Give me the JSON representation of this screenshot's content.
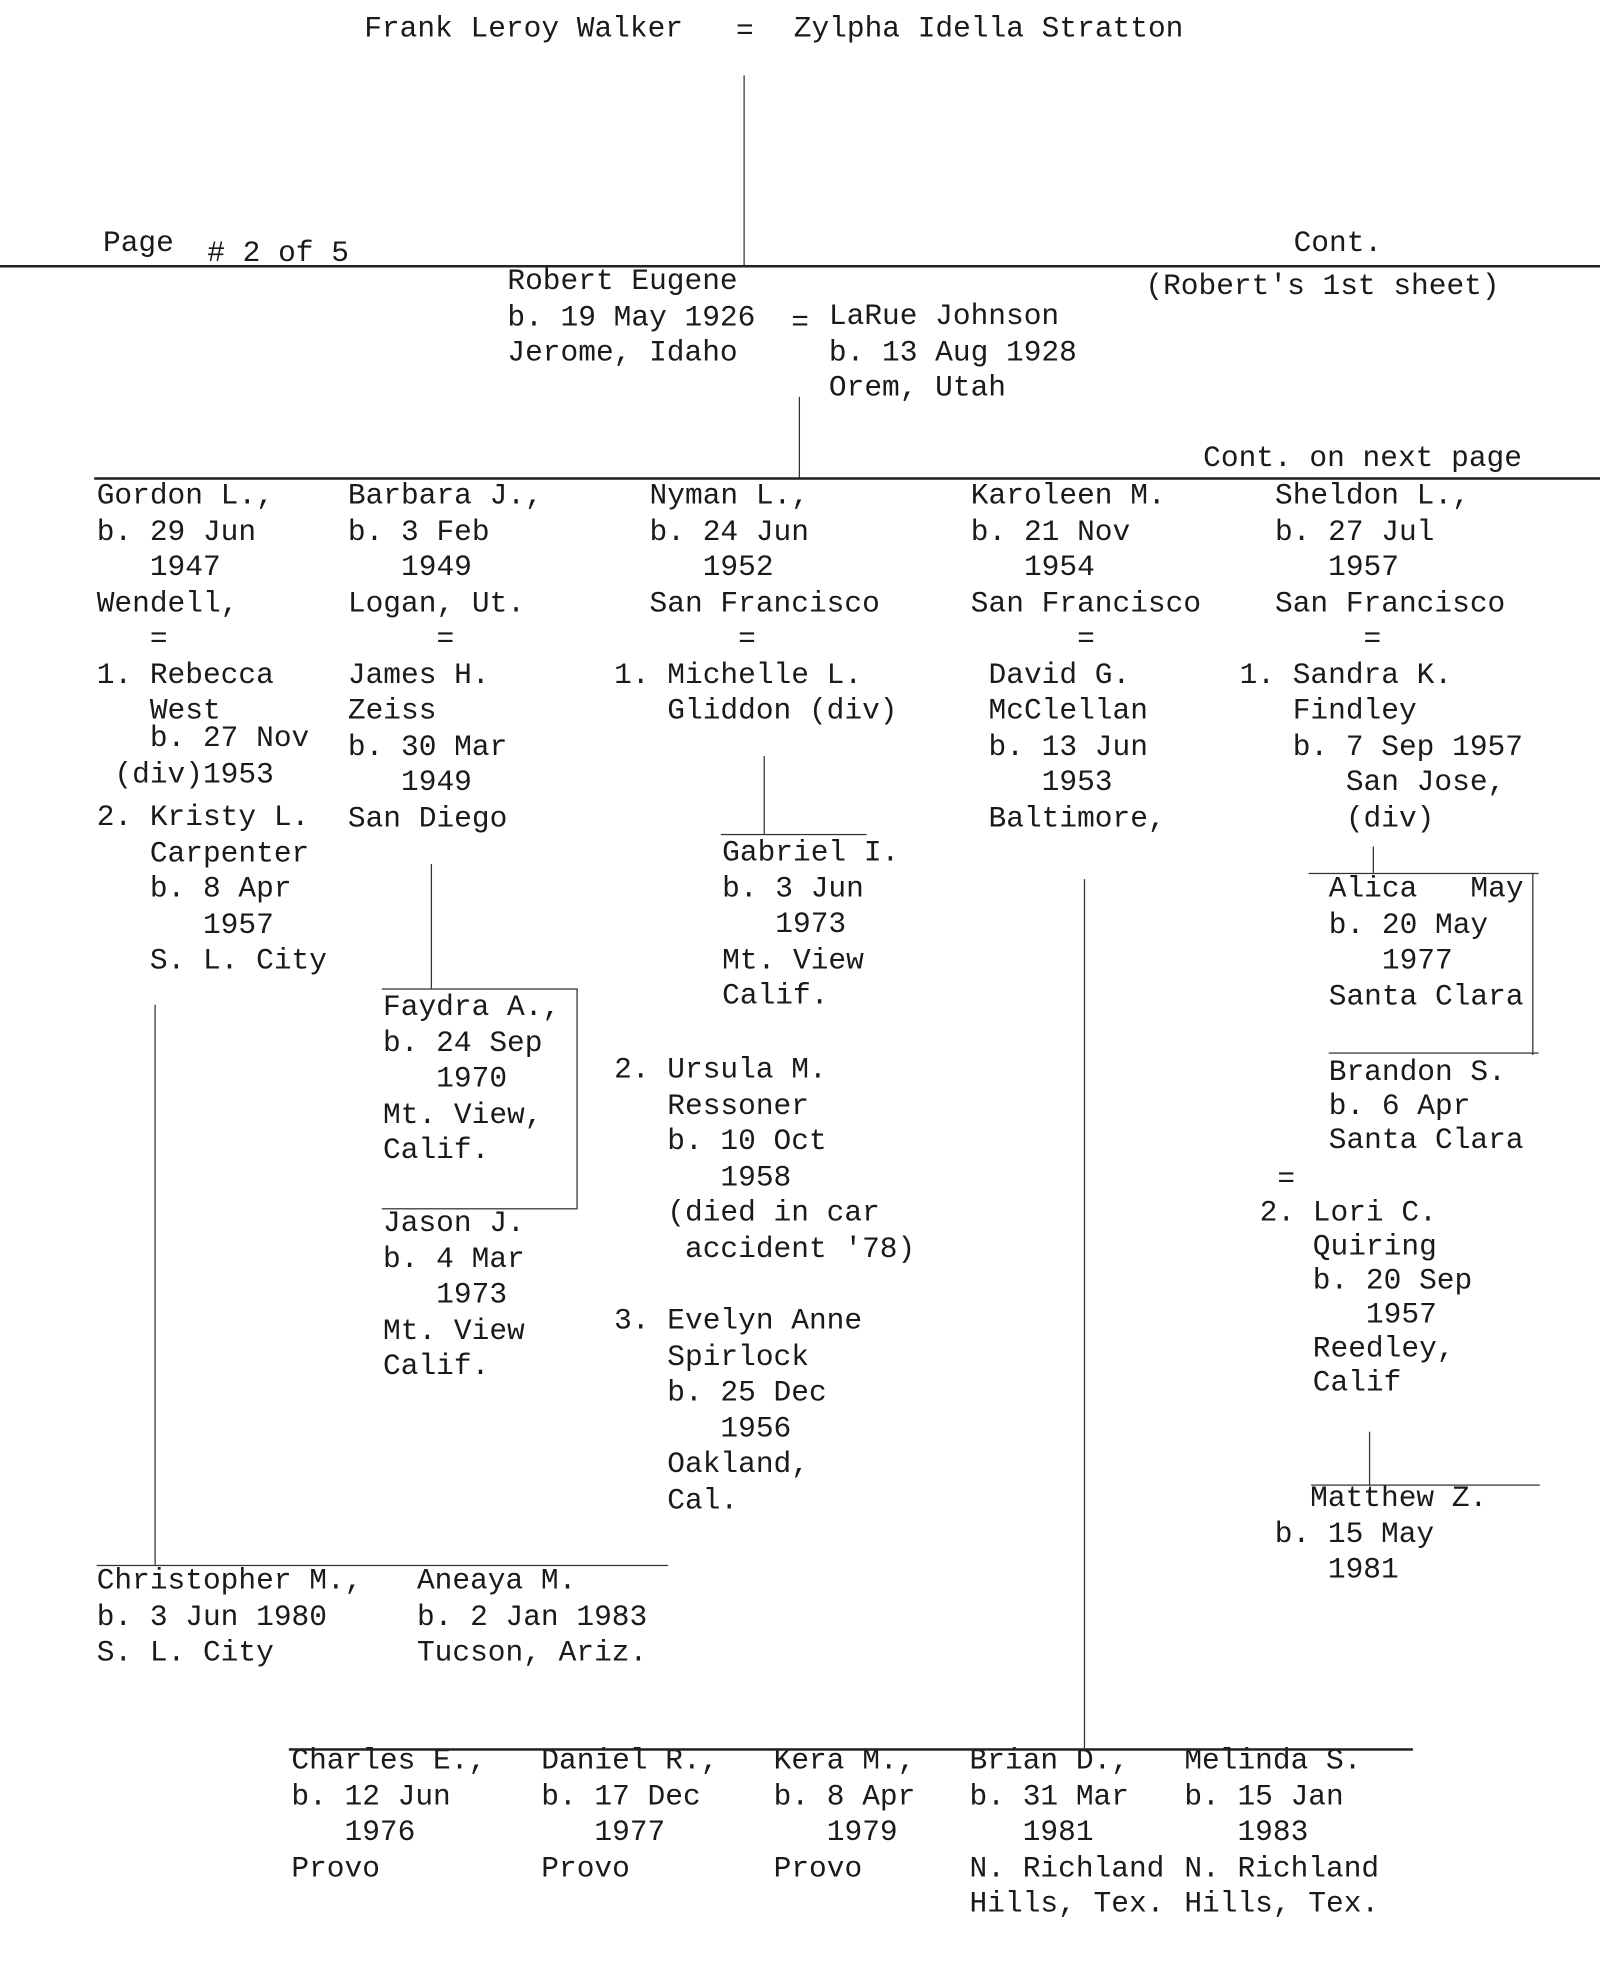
{
  "header": {
    "father": "Frank Leroy Walker",
    "marriage_symbol": "=",
    "mother": "Zylpha Idella Stratton",
    "page_label": "Page",
    "page_number": "# 2 of 5",
    "cont_label": "Cont.",
    "sheet_note": "(Robert's 1st sheet)",
    "cont_next": "Cont. on next page"
  },
  "blocks": {
    "robert": {
      "lines": [
        "Robert Eugene",
        "b. 19 May 1926",
        "Jerome, Idaho"
      ]
    },
    "eq_robert": {
      "lines": [
        "="
      ]
    },
    "larue": {
      "lines": [
        "LaRue Johnson",
        "b. 13 Aug 1928",
        "Orem, Utah"
      ]
    },
    "gordon": {
      "lines": [
        "Gordon L.,",
        "b. 29 Jun",
        "   1947",
        "Wendell,",
        "   =",
        "1. Rebecca",
        "   West"
      ]
    },
    "gordon2": {
      "lines": [
        "   b. 27 Nov",
        " (div)1953"
      ]
    },
    "gordon3": {
      "lines": [
        "2. Kristy L.",
        "   Carpenter",
        "   b. 8 Apr",
        "      1957",
        "   S. L. City"
      ]
    },
    "barbara": {
      "lines": [
        "Barbara J.,",
        "b. 3 Feb",
        "   1949",
        "Logan, Ut.",
        "     =",
        "James H.",
        "Zeiss",
        "b. 30 Mar",
        "   1949",
        "San Diego"
      ]
    },
    "nyman": {
      "lines": [
        "  Nyman L.,",
        "  b. 24 Jun",
        "     1952",
        "  San Francisco",
        "       =",
        "1. Michelle L.",
        "   Gliddon (div)"
      ]
    },
    "gabriel": {
      "lines": [
        "Gabriel I.",
        "b. 3 Jun",
        "   1973",
        "Mt. View",
        "Calif."
      ]
    },
    "ursula": {
      "lines": [
        "2. Ursula M.",
        "   Ressoner",
        "   b. 10 Oct",
        "      1958",
        "   (died in car",
        "    accident '78)"
      ]
    },
    "evelyn": {
      "lines": [
        "3. Evelyn Anne",
        "   Spirlock",
        "   b. 25 Dec",
        "      1956",
        "   Oakland,",
        "   Cal."
      ]
    },
    "karoleen": {
      "lines": [
        "Karoleen M.",
        "b. 21 Nov",
        "   1954",
        "San Francisco",
        "      =",
        " David G.",
        " McClellan",
        " b. 13 Jun",
        "    1953",
        " Baltimore,"
      ]
    },
    "sheldon": {
      "lines": [
        "  Sheldon L.,",
        "  b. 27 Jul",
        "     1957",
        "  San Francisco",
        "       =",
        "1. Sandra K.",
        "   Findley",
        "   b. 7 Sep 1957",
        "      San Jose,",
        "      (div)"
      ]
    },
    "alica": {
      "lines": [
        "Alica   May",
        "b. 20 May",
        "   1977",
        "Santa Clara"
      ]
    },
    "brandon": {
      "lines": [
        "Brandon S.",
        "b. 6 Apr",
        "Santa Clara"
      ]
    },
    "lori": {
      "lines": [
        " =",
        "2. Lori C.",
        "   Quiring",
        "   b. 20 Sep",
        "      1957",
        "   Reedley,",
        "   Calif"
      ]
    },
    "matthew": {
      "lines": [
        "  Matthew Z.",
        "b. 15 May",
        "   1981"
      ]
    },
    "faydra": {
      "lines": [
        "Faydra A.,",
        "b. 24 Sep",
        "   1970",
        "Mt. View,",
        "Calif."
      ]
    },
    "jason": {
      "lines": [
        "Jason J.",
        "b. 4 Mar",
        "   1973",
        "Mt. View",
        "Calif."
      ]
    },
    "christopher": {
      "lines": [
        "Christopher M.,",
        "b. 3 Jun 1980",
        "S. L. City"
      ]
    },
    "aneaya": {
      "lines": [
        "Aneaya M.",
        "b. 2 Jan 1983",
        "Tucson, Ariz."
      ]
    },
    "charles": {
      "lines": [
        "Charles E.,",
        "b. 12 Jun",
        "   1976",
        "Provo"
      ]
    },
    "daniel": {
      "lines": [
        "Daniel R.,",
        "b. 17 Dec",
        "   1977",
        "Provo"
      ]
    },
    "kera": {
      "lines": [
        "Kera M.,",
        "b. 8 Apr",
        "   1979",
        "Provo"
      ]
    },
    "brian": {
      "lines": [
        "Brian D.,",
        "b. 31 Mar",
        "   1981",
        "N. Richland",
        "Hills, Tex."
      ]
    },
    "melinda": {
      "lines": [
        "Melinda S.",
        "b. 15 Jan",
        "   1983",
        "N. Richland",
        "Hills, Tex."
      ]
    }
  }
}
